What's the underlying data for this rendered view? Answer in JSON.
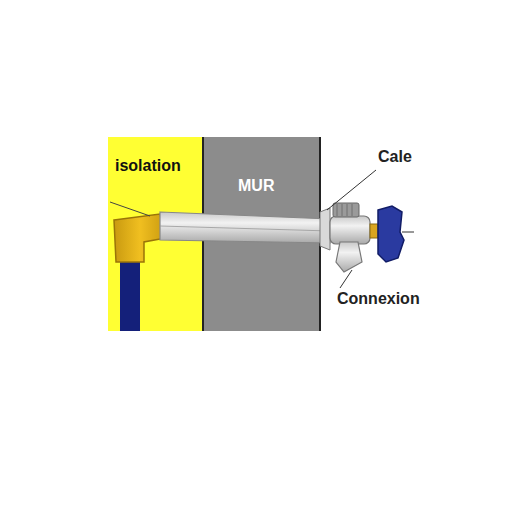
{
  "diagram": {
    "nodes": [
      {
        "text": [
          "isolation"
        ]
      },
      {
        "text": [
          "MUR"
        ]
      }
    ],
    "labels": [
      "Cale",
      "Connexion"
    ]
  }
}
